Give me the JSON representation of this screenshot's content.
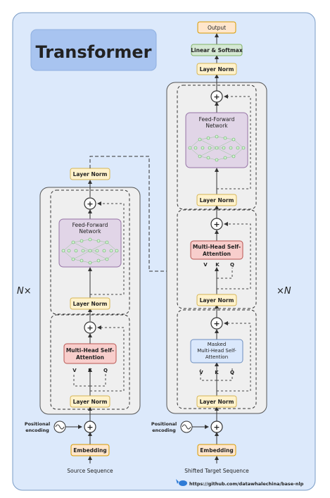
{
  "title": "Transformer",
  "left_multiplier": "N×",
  "right_multiplier": "×N",
  "encoder": {
    "input_caption": "Source Sequence",
    "embedding": "Embedding",
    "positional_label": [
      "Positional",
      "encoding"
    ],
    "layer_norm": "Layer Norm",
    "attention": [
      "Multi-Head Self-",
      "Attention"
    ],
    "ffn": [
      "Feed-Forward",
      "Network"
    ],
    "vkq": [
      "V",
      "K",
      "Q"
    ],
    "plus": "+"
  },
  "decoder": {
    "input_caption": "Shifted Target Sequence",
    "embedding": "Embedding",
    "positional_label": [
      "Positional",
      "encoding"
    ],
    "layer_norm": "Layer Norm",
    "masked_attention": [
      "Masked",
      "Multi-Head Self-",
      "Attention"
    ],
    "cross_attention": [
      "Multi-Head Self-",
      "Attention"
    ],
    "ffn": [
      "Feed-Forward",
      "Network"
    ],
    "vkq": [
      "V",
      "K",
      "Q"
    ],
    "plus": "+"
  },
  "head": {
    "layer_norm": "Layer Norm",
    "linear_softmax": "Linear & Softmax",
    "output": "Output"
  },
  "footer_link": "https://github.com/datawhalechina/base-nlp",
  "colors": {
    "background": "#dce9fb",
    "title_box": "#a8c4f0",
    "stack": "#efefef",
    "layer_norm": "#fff2cc",
    "attention": "#f8cecc",
    "masked_attention": "#dae8fc",
    "ffn": "#e1d5e7",
    "linear_softmax": "#d5e8d4",
    "output": "#ffe6cc"
  },
  "icons": [
    "positional-encoding-wave-icon",
    "add-circle-icon",
    "github-whale-icon"
  ]
}
